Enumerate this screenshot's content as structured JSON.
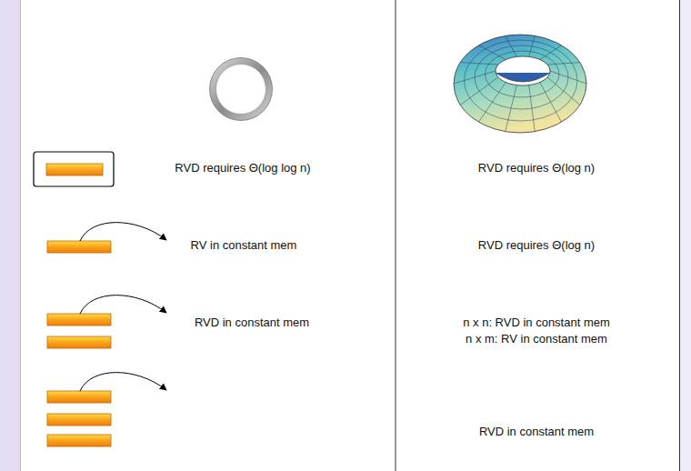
{
  "diagram": {
    "labels": [
      "RVD requires Θ(log log n)",
      "RVD requires Θ(log n)",
      "RV in constant mem",
      "RVD requires Θ(log n)",
      "RVD in constant mem",
      "n x n: RVD in constant mem",
      "n x m: RV in constant mem",
      "RVD in constant mem"
    ]
  }
}
